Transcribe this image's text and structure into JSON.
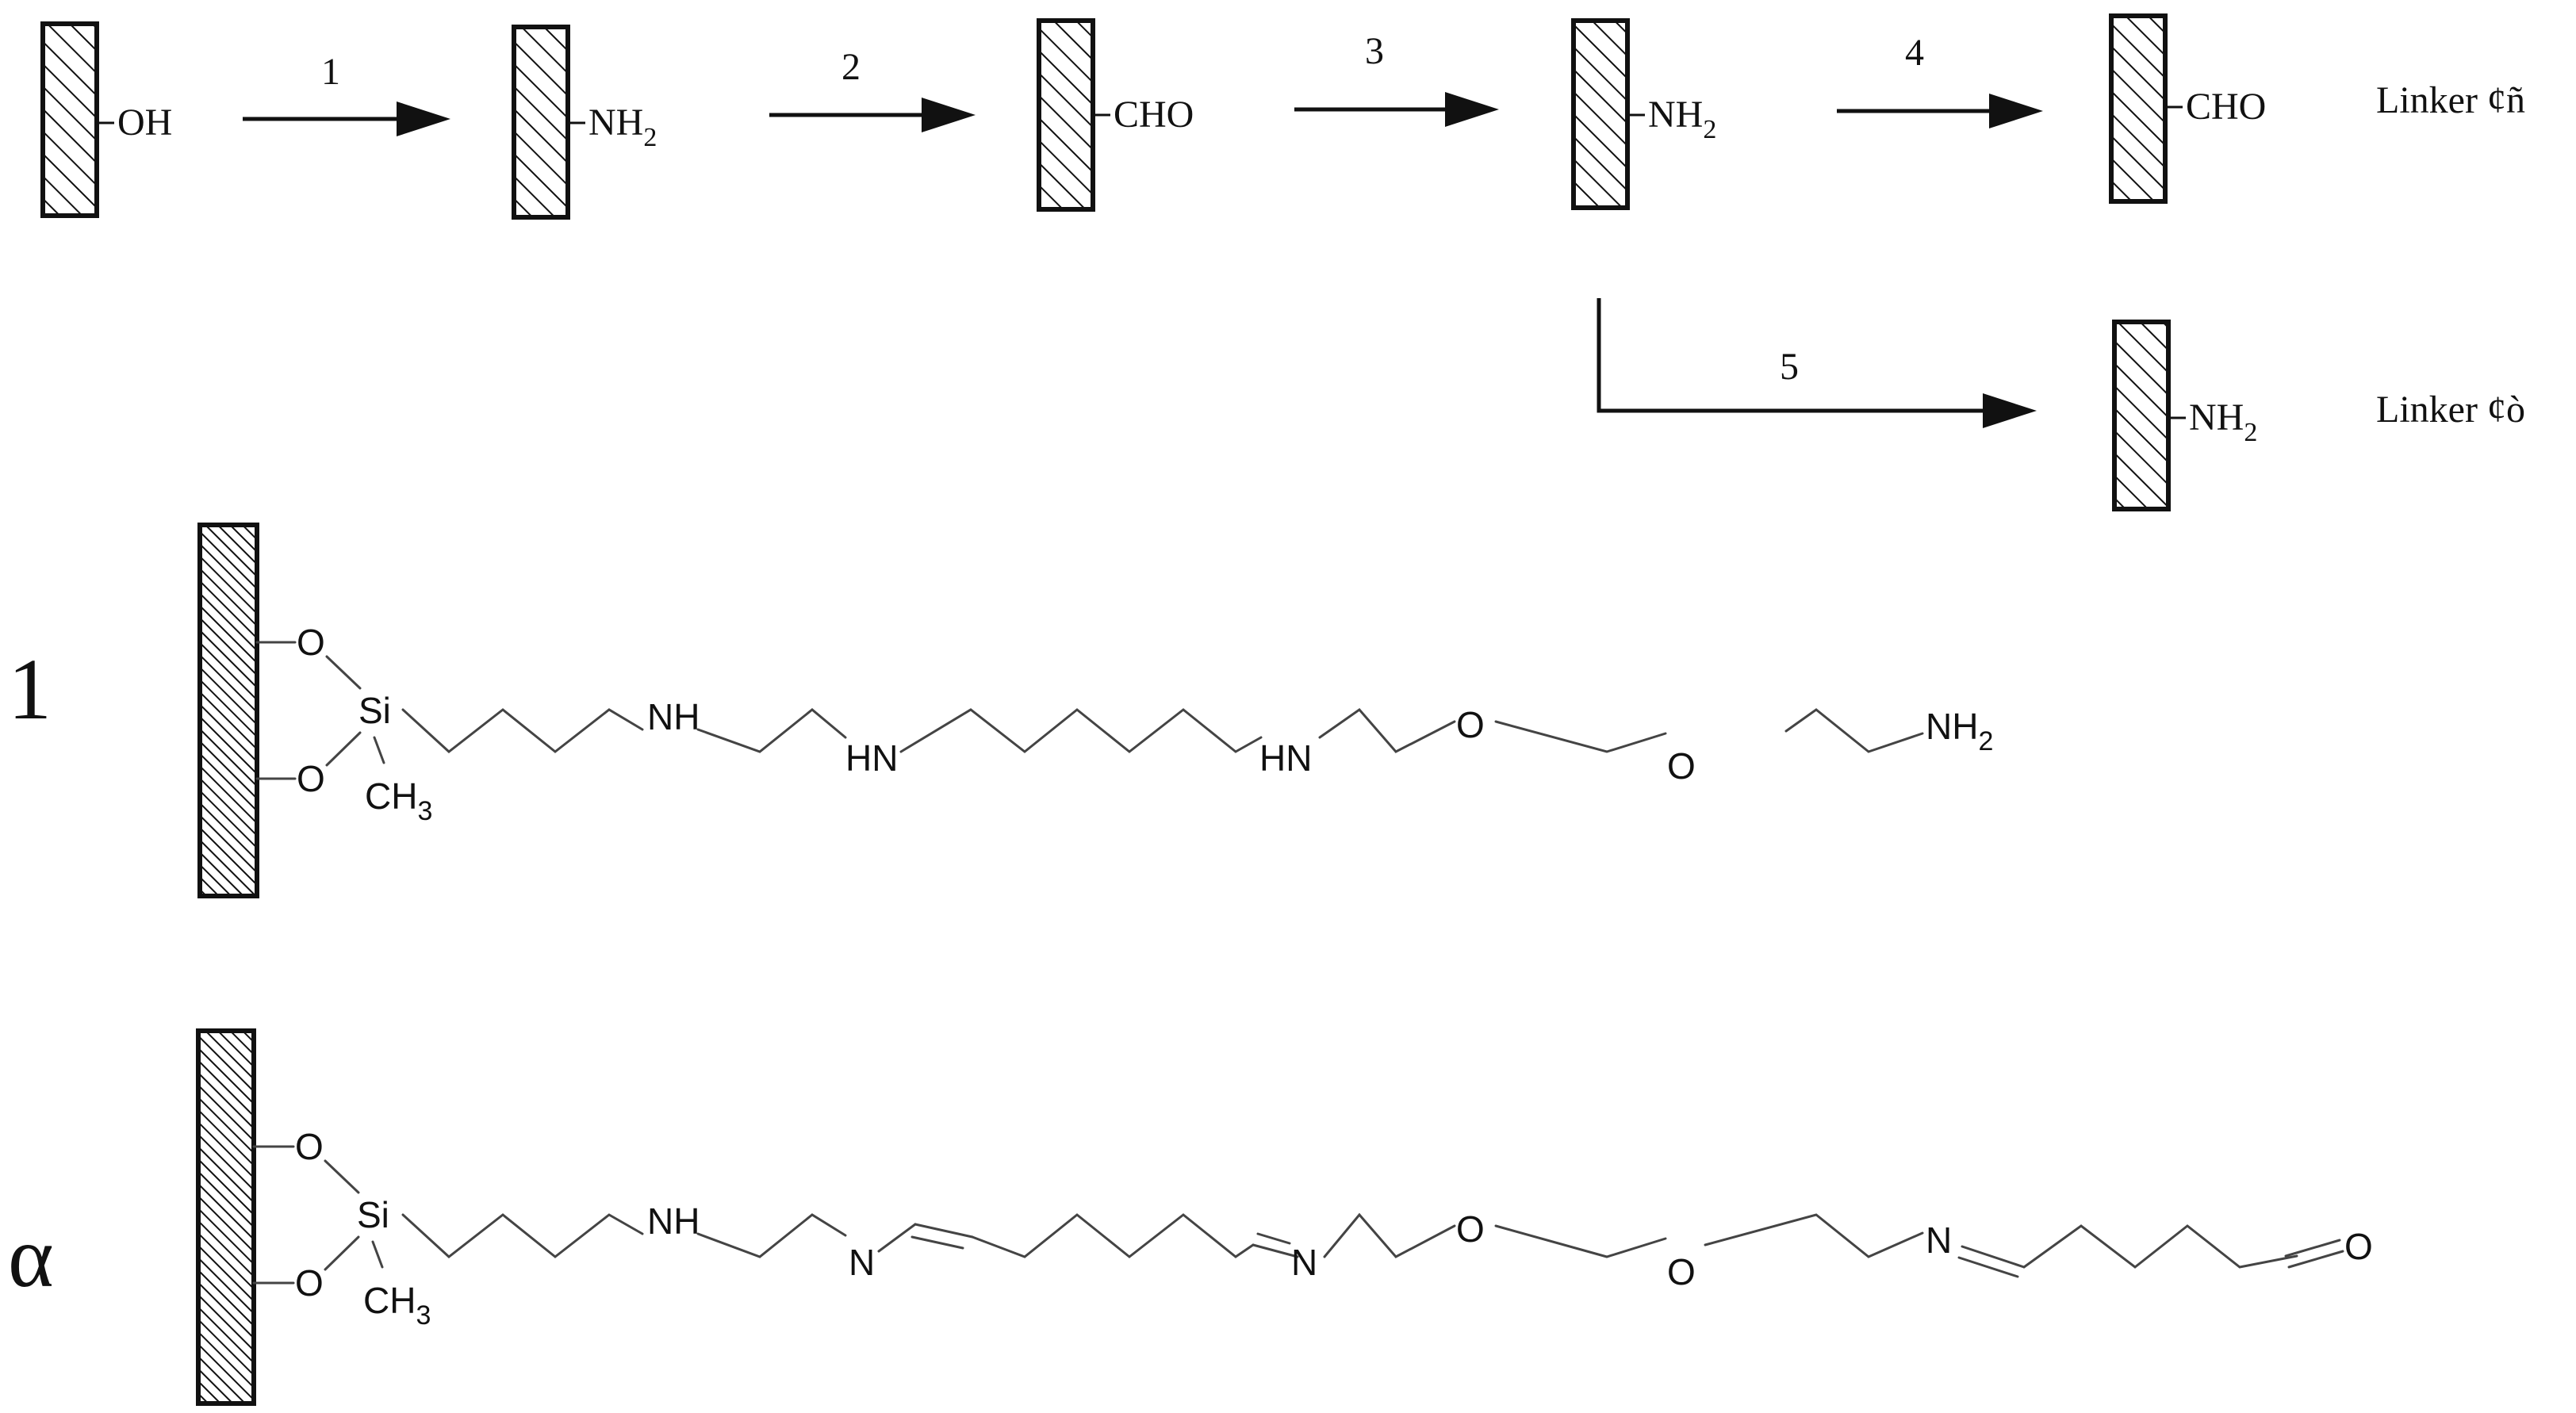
{
  "scheme": {
    "steps": [
      {
        "number": "1",
        "product": {
          "group": "NH",
          "subscript": "2"
        }
      },
      {
        "number": "2",
        "product": {
          "group": "CHO",
          "subscript": ""
        }
      },
      {
        "number": "3",
        "product": {
          "group": "NH",
          "subscript": "2"
        }
      },
      {
        "number": "4",
        "product": {
          "group": "CHO",
          "subscript": ""
        }
      },
      {
        "number": "5",
        "product": {
          "group": "NH",
          "subscript": "2"
        }
      }
    ],
    "start_group": "OH",
    "linker_labels": [
      "Linker ¢ñ",
      "Linker ¢ò"
    ]
  },
  "structures": [
    {
      "label": "1",
      "atoms": {
        "o_top": "O",
        "o_bottom": "O",
        "si": "Si",
        "ch3": "CH",
        "ch3_sub": "3",
        "n1": "NH",
        "n2": "HN",
        "n3": "HN",
        "o1": "O",
        "o2": "O",
        "end": "NH",
        "end_sub": "2"
      }
    },
    {
      "label": "α",
      "atoms": {
        "o_top": "O",
        "o_bottom": "O",
        "si": "Si",
        "ch3": "CH",
        "ch3_sub": "3",
        "n1": "NH",
        "n2": "N",
        "n3": "N",
        "o1": "O",
        "o2": "O",
        "n4": "N",
        "end": "O"
      }
    }
  ],
  "colors": {
    "line": "#111111",
    "bond": "#444444",
    "hatch": "#111111",
    "background": "#ffffff"
  }
}
